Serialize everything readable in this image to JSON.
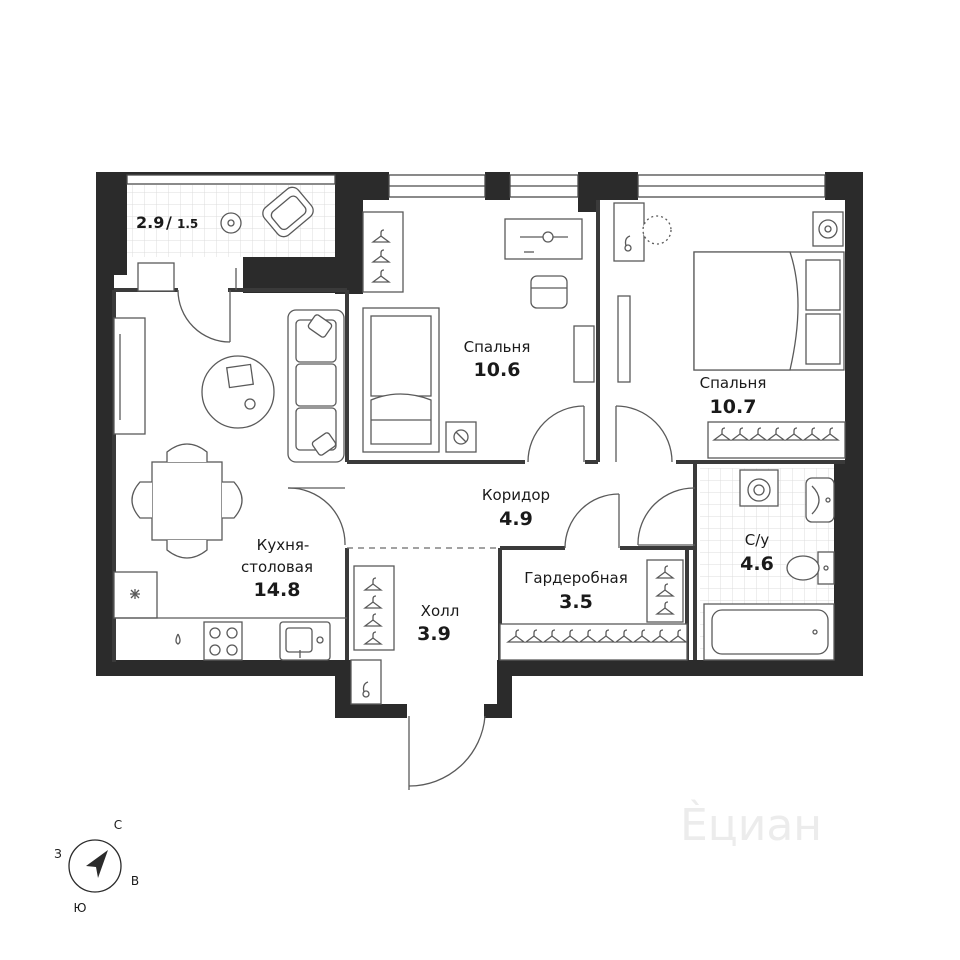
{
  "colors": {
    "wall": "#2b2b2b",
    "line": "#5a5a5a",
    "tile_grid": "#dcdcdc",
    "text": "#1a1a1a"
  },
  "rooms": {
    "balcony": {
      "area_main": "2.9",
      "area_sub": "1.5"
    },
    "bedroom1": {
      "name": "Спальня",
      "area": "10.6"
    },
    "bedroom2": {
      "name": "Спальня",
      "area": "10.7"
    },
    "kitchen": {
      "name_line1": "Кухня-",
      "name_line2": "столовая",
      "area": "14.8"
    },
    "corridor": {
      "name": "Коридор",
      "area": "4.9"
    },
    "hall": {
      "name": "Холл",
      "area": "3.9"
    },
    "wardrobe": {
      "name": "Гардеробная",
      "area": "3.5"
    },
    "bathroom": {
      "name": "С/у",
      "area": "4.6"
    }
  },
  "compass": {
    "north": "С",
    "east": "В",
    "south": "Ю",
    "west": "З"
  },
  "icons": [
    "hanger-icon",
    "washing-machine-icon",
    "sink-icon",
    "toilet-icon",
    "bathtub-icon",
    "stove-icon",
    "bed-icon",
    "sofa-icon",
    "table-icon",
    "chair-icon",
    "armchair-icon",
    "compass-arrow-icon"
  ]
}
